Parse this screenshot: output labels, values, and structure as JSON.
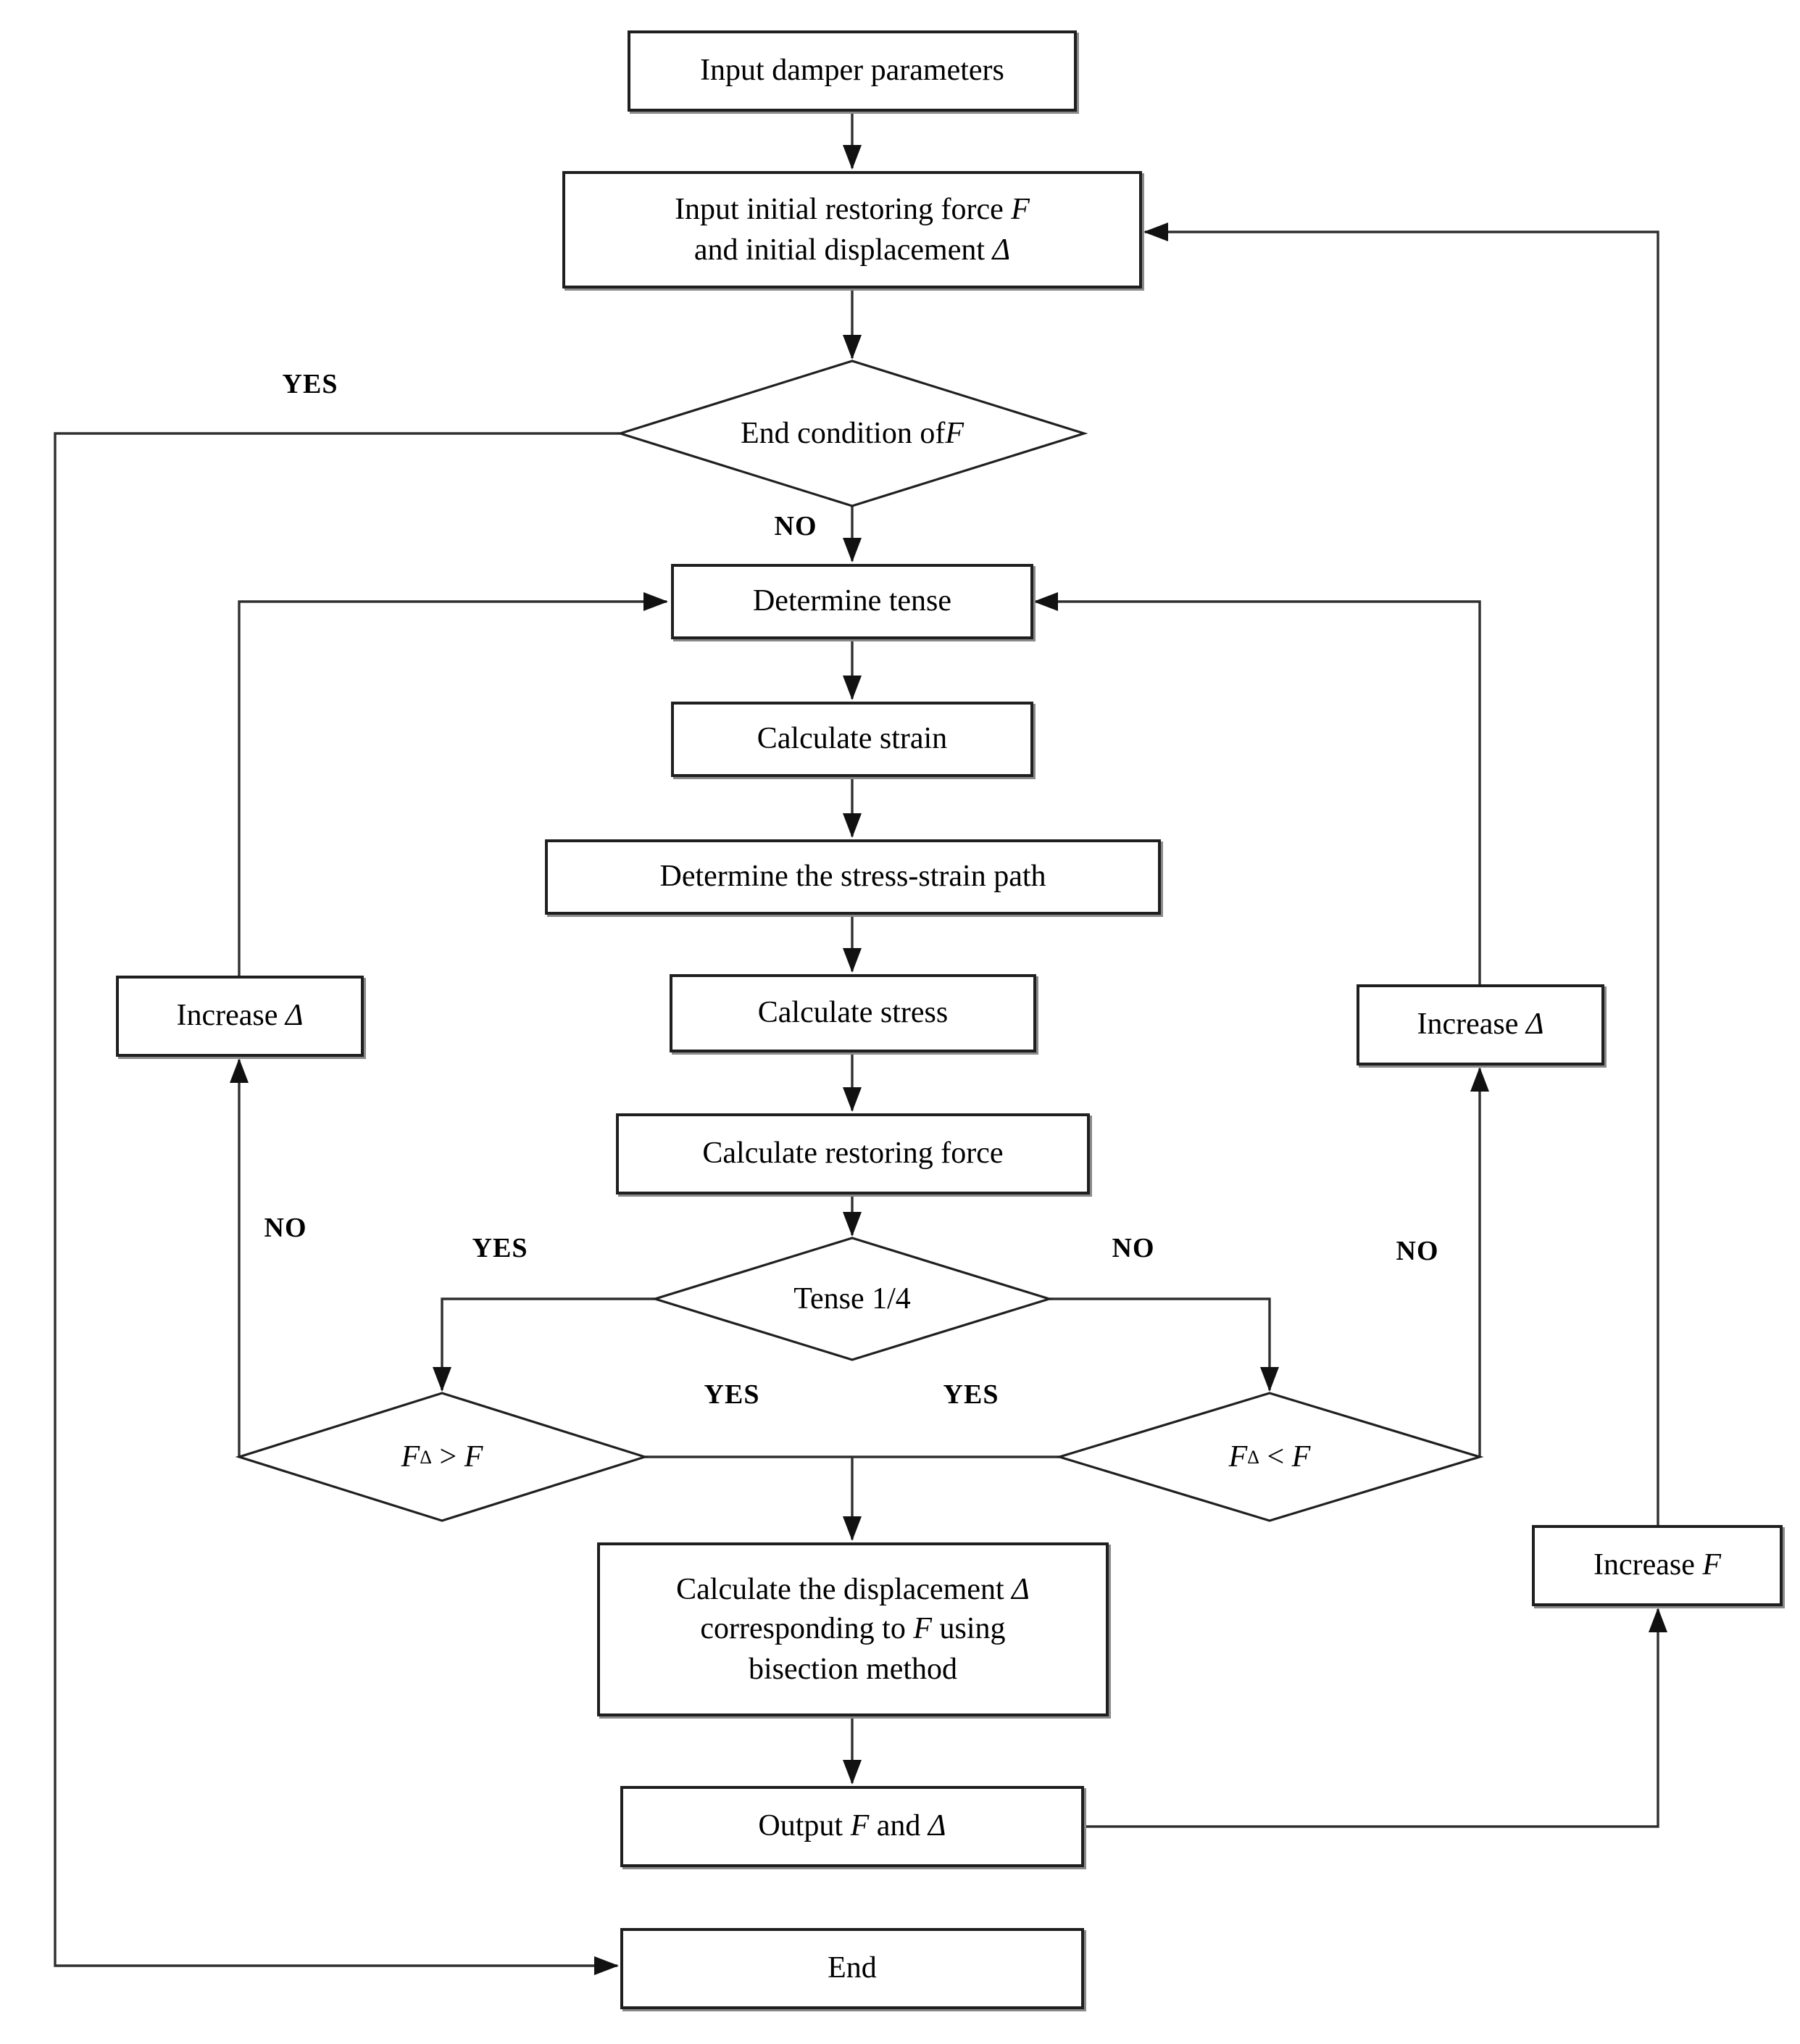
{
  "figure": {
    "background": "#ffffff",
    "line_color": "#2f2f2f",
    "text_color": "#000000"
  },
  "nodes": {
    "input_params": {
      "label": "Input damper parameters"
    },
    "input_initial": {
      "line1_text": "Input initial restoring force ",
      "line1_var": "F",
      "line2_text": "and initial displacement ",
      "line2_var": "Δ"
    },
    "end_condition": {
      "text": "End condition of ",
      "var": "F"
    },
    "determine_tense": {
      "label": "Determine tense"
    },
    "calc_strain": {
      "label": "Calculate strain"
    },
    "stress_strain_path": {
      "label": "Determine the stress-strain path"
    },
    "calc_stress": {
      "label": "Calculate stress"
    },
    "calc_restoring": {
      "label": "Calculate restoring force"
    },
    "tense_quarter": {
      "label": "Tense 1/4"
    },
    "fd_gt_f": {
      "f1": "F",
      "sub": "Δ",
      "op": " > ",
      "f2": "F"
    },
    "fd_lt_f": {
      "f1": "F",
      "sub": "Δ",
      "op": " < ",
      "f2": "F"
    },
    "calc_displacement": {
      "line1_text": "Calculate the displacement ",
      "line1_var": "Δ",
      "line2a": "corresponding to ",
      "line2_var": "F",
      "line2b": " using",
      "line3": "bisection method"
    },
    "output": {
      "t1": "Output ",
      "v1": "F",
      "t2": " and ",
      "v2": "Δ"
    },
    "increase_d_left": {
      "t": "Increase ",
      "v": "Δ"
    },
    "increase_d_right": {
      "t": "Increase ",
      "v": "Δ"
    },
    "increase_f": {
      "t": "Increase ",
      "v": "F"
    },
    "end": {
      "label": "End"
    }
  },
  "edge_labels": {
    "yes_top": "YES",
    "no_top": "NO",
    "yes_tense_left": "YES",
    "no_tense_right": "NO",
    "no_left_column": "NO",
    "no_right_column": "NO",
    "yes_left_mid": "YES",
    "yes_right_mid": "YES"
  }
}
